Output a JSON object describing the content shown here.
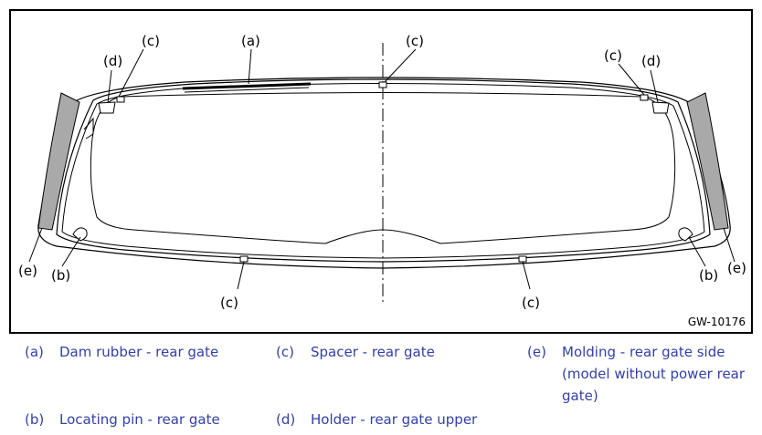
{
  "figure": {
    "id": "GW-10176",
    "callouts": {
      "a": "(a)",
      "b": "(b)",
      "c": "(c)",
      "d": "(d)",
      "e": "(e)"
    }
  },
  "legend": [
    {
      "key": "(a)",
      "text": "Dam rubber - rear gate"
    },
    {
      "key": "(b)",
      "text": "Locating pin - rear gate"
    },
    {
      "key": "(c)",
      "text": "Spacer - rear gate"
    },
    {
      "key": "(d)",
      "text": "Holder - rear gate upper"
    },
    {
      "key": "(e)",
      "text": "Molding - rear gate side (model without power rear gate)"
    }
  ],
  "colors": {
    "legend_text": "#3340a8",
    "molding_fill": "#a9a9a9",
    "outline": "#000000"
  }
}
